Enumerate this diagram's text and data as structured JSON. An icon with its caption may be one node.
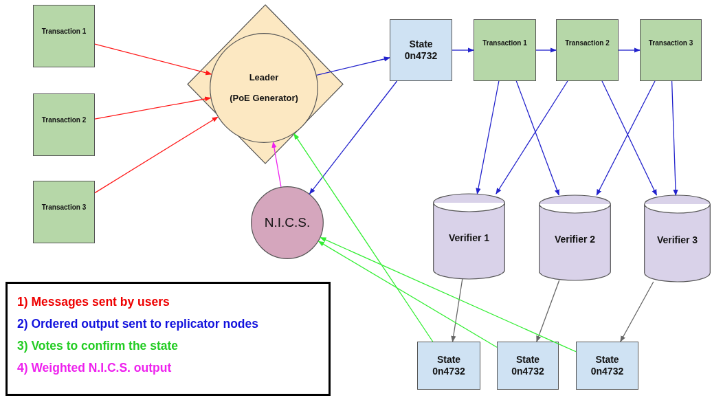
{
  "diagram": {
    "nodes": [
      {
        "text": [
          "Transaction 1"
        ]
      },
      {
        "text": [
          "Transaction 2"
        ]
      },
      {
        "text": [
          "Transaction 3"
        ]
      },
      {
        "text": [],
        "shape": "diamond"
      },
      {
        "text": [
          "Leader",
          "(PoE Generator)"
        ],
        "in": 3
      },
      {
        "text": [
          "N.I.C.S."
        ]
      },
      {
        "text": [
          "State 0n4732"
        ]
      },
      {
        "text": [
          "Transaction 1"
        ]
      },
      {
        "text": [
          "Transaction 2"
        ]
      },
      {
        "text": [
          "Transaction 3"
        ]
      },
      {
        "text": [
          "Verifier 1"
        ]
      },
      {
        "text": [
          "Verifier 2"
        ]
      },
      {
        "text": [
          "Verifier 3"
        ]
      },
      {
        "text": [
          "State 0n4732"
        ]
      },
      {
        "text": [
          "State 0n4732"
        ]
      },
      {
        "text": [
          "State 0n4732"
        ]
      }
    ],
    "edges": [
      {
        "from": 0,
        "to": 4,
        "arrow": "to",
        "color": "#ff1a1a"
      },
      {
        "from": 1,
        "to": 4,
        "arrow": "to",
        "color": "#ff1a1a"
      },
      {
        "from": 2,
        "to": 4,
        "arrow": "to",
        "color": "#ff1a1a"
      },
      {
        "from": 4,
        "to": 6,
        "arrow": "to"
      },
      {
        "from": 6,
        "to": 7,
        "arrow": "to"
      },
      {
        "from": 7,
        "to": 8,
        "arrow": "to"
      },
      {
        "from": 8,
        "to": 9,
        "arrow": "to"
      },
      {
        "from": 6,
        "to": 5,
        "arrow": "to"
      },
      {
        "from": 7,
        "to": 10,
        "arrow": "to"
      },
      {
        "from": 7,
        "to": 11,
        "arrow": "to"
      },
      {
        "from": 8,
        "to": 10,
        "arrow": "to"
      },
      {
        "from": 8,
        "to": 12,
        "arrow": "to"
      },
      {
        "from": 9,
        "to": 11,
        "arrow": "to"
      },
      {
        "from": 9,
        "to": 12,
        "arrow": "to"
      },
      {
        "from": 5,
        "to": 4,
        "arrow": "to",
        "color": "#ee22ee"
      },
      {
        "from": 10,
        "to": 13,
        "arrow": "to",
        "color": "#666666"
      },
      {
        "from": 11,
        "to": 14,
        "arrow": "to",
        "color": "#666666"
      },
      {
        "from": 12,
        "to": 15,
        "arrow": "to",
        "color": "#666666"
      },
      {
        "from": 13,
        "to": 4,
        "arrow": "to",
        "color": "#33ee33"
      },
      {
        "from": 14,
        "to": 5,
        "arrow": "to",
        "color": "#33ee33"
      },
      {
        "from": 15,
        "to": 5,
        "arrow": "to",
        "color": "#33ee33"
      }
    ],
    "legend": [
      {
        "text": "1) Messages sent by users",
        "color": "#ee0000"
      },
      {
        "text": "2) Ordered output sent to replicator nodes",
        "color": "#1111dd"
      },
      {
        "text": "3) Votes to confirm the state",
        "color": "#22cc22"
      },
      {
        "text": "4) Weighted N.I.C.S. output",
        "color": "#ee22ee"
      }
    ]
  }
}
